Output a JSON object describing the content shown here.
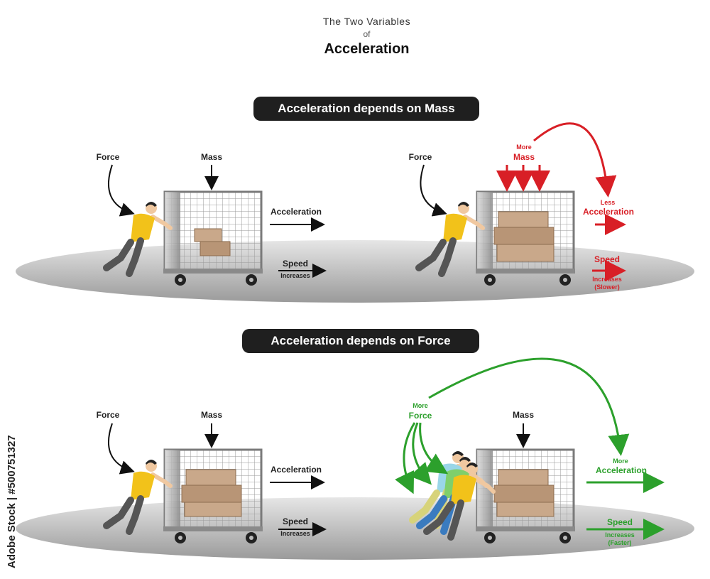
{
  "header": {
    "pre_title": "The Two Variables",
    "of": "of",
    "title": "Acceleration"
  },
  "section_mass": {
    "heading": "Acceleration depends on Mass",
    "left": {
      "force": "Force",
      "mass": "Mass",
      "acceleration": "Acceleration",
      "speed": "Speed",
      "speed_note": "Increases"
    },
    "right": {
      "force": "Force",
      "mass_more": "More",
      "mass": "Mass",
      "accel_less": "Less",
      "acceleration": "Acceleration",
      "speed": "Speed",
      "speed_note": "Increases",
      "speed_qual": "(Slower)"
    }
  },
  "section_force": {
    "heading": "Acceleration depends on Force",
    "left": {
      "force": "Force",
      "mass": "Mass",
      "acceleration": "Acceleration",
      "speed": "Speed",
      "speed_note": "Increases"
    },
    "right": {
      "force_more": "More",
      "force": "Force",
      "mass": "Mass",
      "accel_more": "More",
      "acceleration": "Acceleration",
      "speed": "Speed",
      "speed_note": "Increases",
      "speed_qual": "(Faster)"
    }
  },
  "watermark": "Adobe Stock | #500751327",
  "colors": {
    "red": "#d81f26",
    "green": "#2ca02c",
    "pill_bg": "#1f1f1f",
    "shirt": "#f2c21a",
    "pants": "#555555",
    "box": "#c9a88a"
  }
}
